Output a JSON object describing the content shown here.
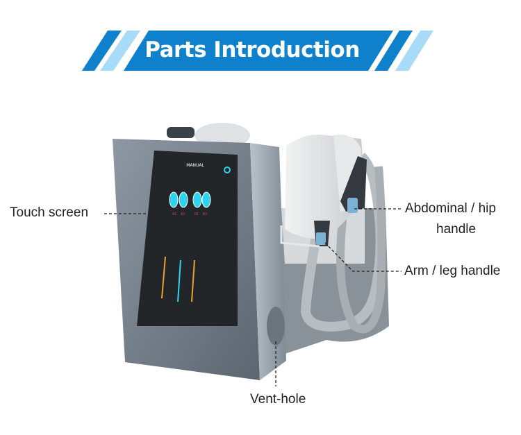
{
  "header": {
    "title": "Parts Introduction"
  },
  "colors": {
    "banner_dark": "#0f80cc",
    "banner_light": "#a8dbf8",
    "screen_accent": "#2fd3f2",
    "screen_pink": "#e0307e"
  },
  "screen": {
    "title": "MANUAL",
    "handles": [
      "A1",
      "A2",
      "B1",
      "B2"
    ]
  },
  "labels": {
    "touch_screen": "Touch screen",
    "abdominal_line1": "Abdominal / hip",
    "abdominal_line2": "handle",
    "arm_leg": "Arm / leg handle",
    "vent": "Vent-hole"
  }
}
